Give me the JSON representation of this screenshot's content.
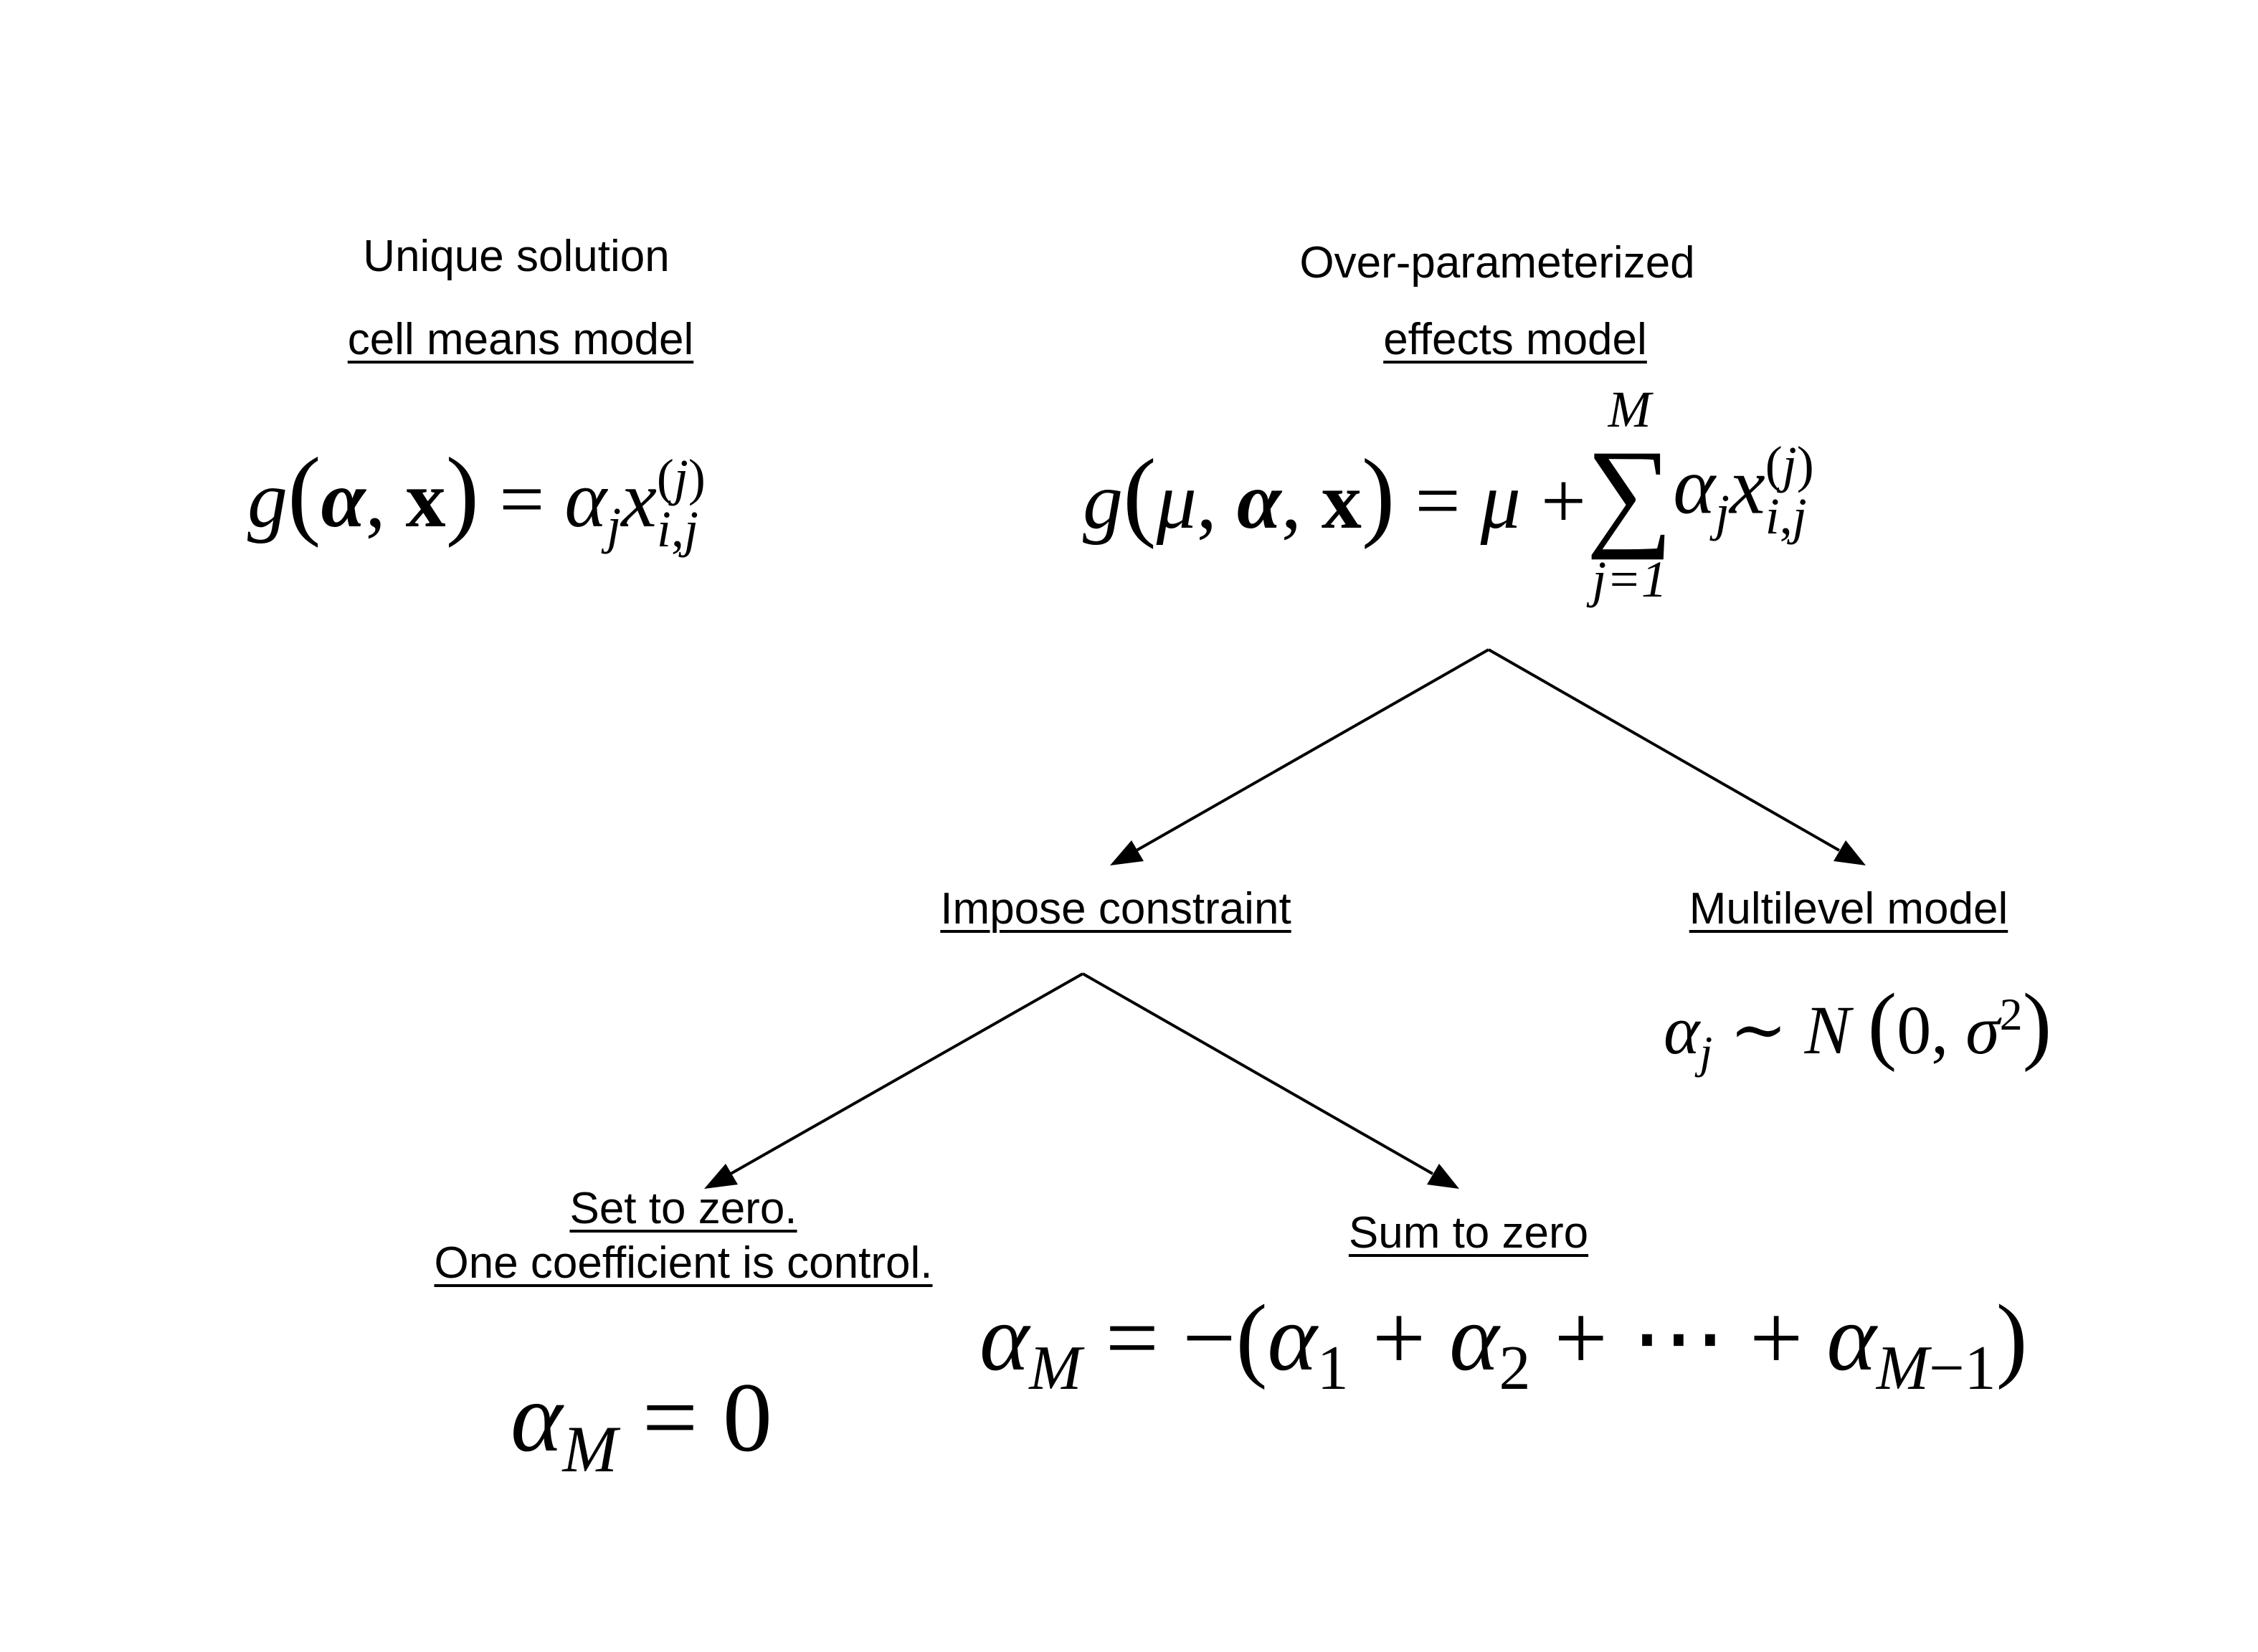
{
  "left": {
    "title": "Unique solution",
    "subtitle": "cell means model",
    "equation_text": "g(α, x) = α_j x_{i,j}^{(j)}"
  },
  "right": {
    "title": "Over-parameterized",
    "subtitle": "effects model",
    "equation_text": "g(μ, α, x) = μ + Σ_{j=1}^{M} α_j x_{i,j}^{(j)}",
    "sum_upper": "M",
    "sum_lower": "j=1"
  },
  "impose": {
    "label": "Impose constraint"
  },
  "multilevel": {
    "label": "Multilevel model",
    "equation_text": "α_j ~ N(0, σ²)"
  },
  "set_zero": {
    "line1": "Set to zero.",
    "line2": "One coefficient  is control.",
    "equation_text": "α_M = 0"
  },
  "sum_zero": {
    "label": "Sum to zero",
    "equation_text": "α_M = −(α_1 + α_2 + ⋯ + α_{M−1})"
  }
}
